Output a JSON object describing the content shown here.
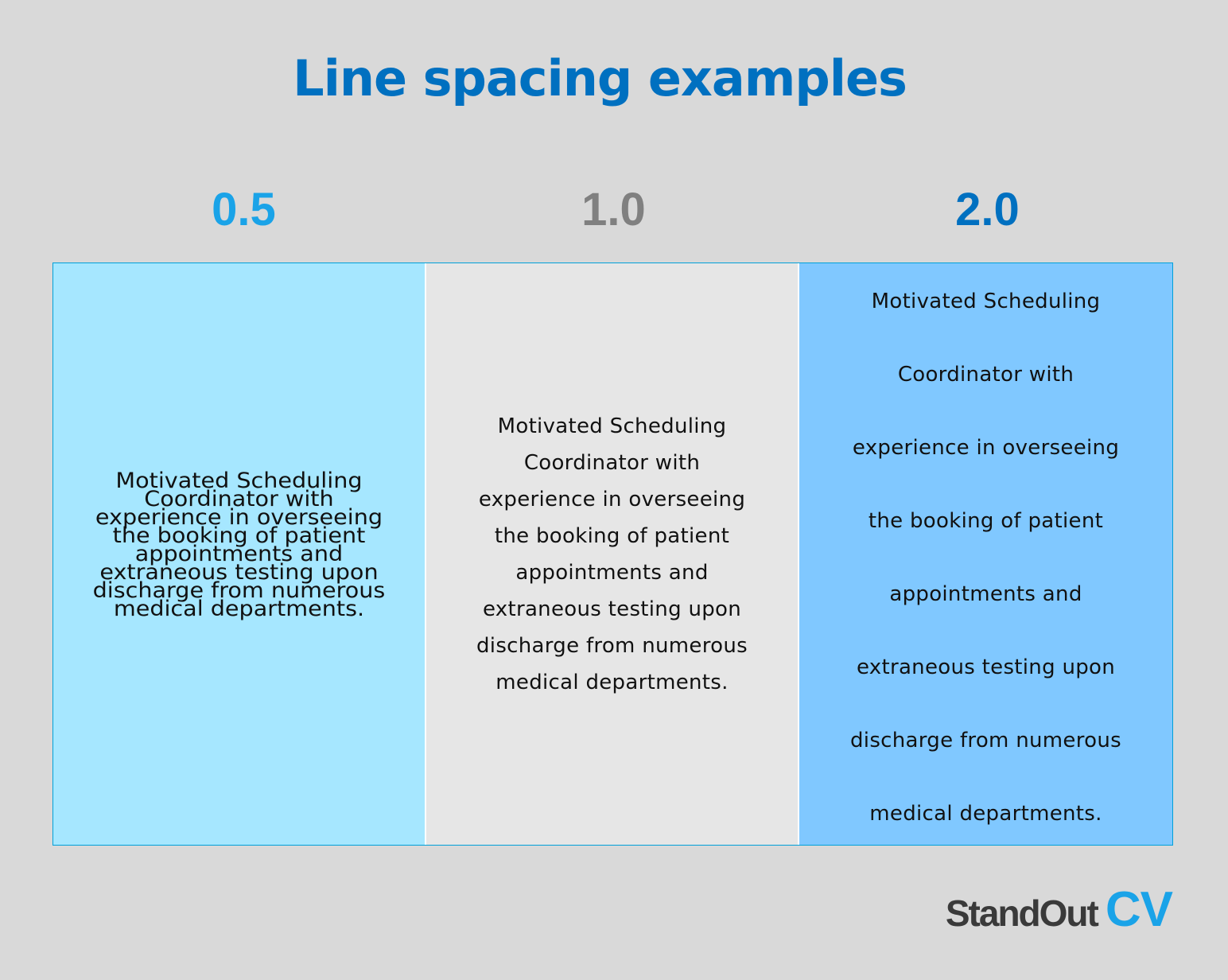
{
  "title": "Line spacing examples",
  "columns": [
    {
      "label": "0.5",
      "label_color": "#1aa3e8",
      "background": "#a6e7ff",
      "line_spacing": 0.5,
      "text": "Motivated Scheduling\nCoordinator with\nexperience in overseeing\nthe booking of patient\nappointments and\nextraneous testing upon\ndischarge from numerous\nmedical departments."
    },
    {
      "label": "1.0",
      "label_color": "#808080",
      "background": "#e6e6e6",
      "line_spacing": 1.0,
      "text": "Motivated Scheduling\nCoordinator with\nexperience in overseeing\nthe booking of patient\nappointments and\nextraneous testing upon\ndischarge from numerous\nmedical departments."
    },
    {
      "label": "2.0",
      "label_color": "#0070c0",
      "background": "#80c8ff",
      "line_spacing": 2.0,
      "text": "Motivated Scheduling\nCoordinator with\nexperience in overseeing\nthe booking of patient\nappointments and\nextraneous testing upon\ndischarge from numerous\nmedical departments."
    }
  ],
  "brand": {
    "main": "StandOut",
    "accent": "CV",
    "main_color": "#3a3a3a",
    "accent_color": "#1aa3e8"
  }
}
